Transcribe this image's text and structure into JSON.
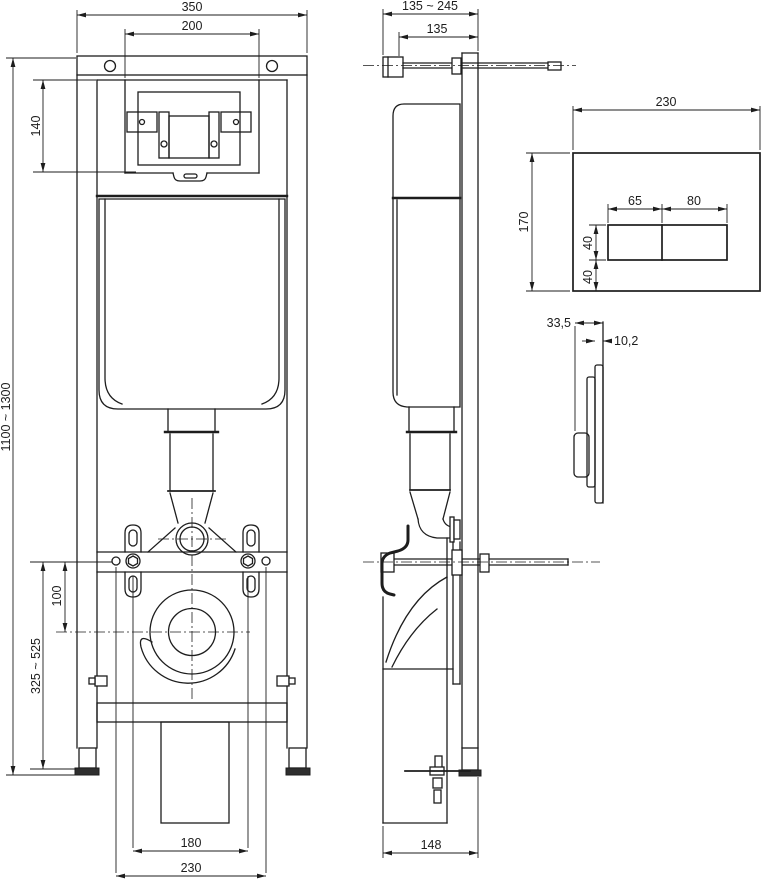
{
  "drawing_type": "installation-dimension-drawing",
  "colors": {
    "line": "#1d1d1d",
    "background": "#ffffff",
    "foot_plate": "#2e2e2e"
  },
  "dimensions": {
    "front": {
      "frame_width": "350",
      "hanger_spacing": "200",
      "service_opening_height": "140",
      "install_height": "1100 ~ 1300",
      "bowl_bolt_offset": "100",
      "outlet_height": "325 ~ 525",
      "bolt_spacing": "180",
      "anchor_spacing": "230"
    },
    "side": {
      "depth_adjustable": "135 ~ 245",
      "depth": "135",
      "base_depth": "148"
    },
    "plate": {
      "width": "230",
      "height": "170",
      "button_small": "65",
      "button_large": "80",
      "button_height": "40",
      "button_offset": "40",
      "profile_depth": "33,5",
      "profile_thickness": "10,2"
    }
  }
}
